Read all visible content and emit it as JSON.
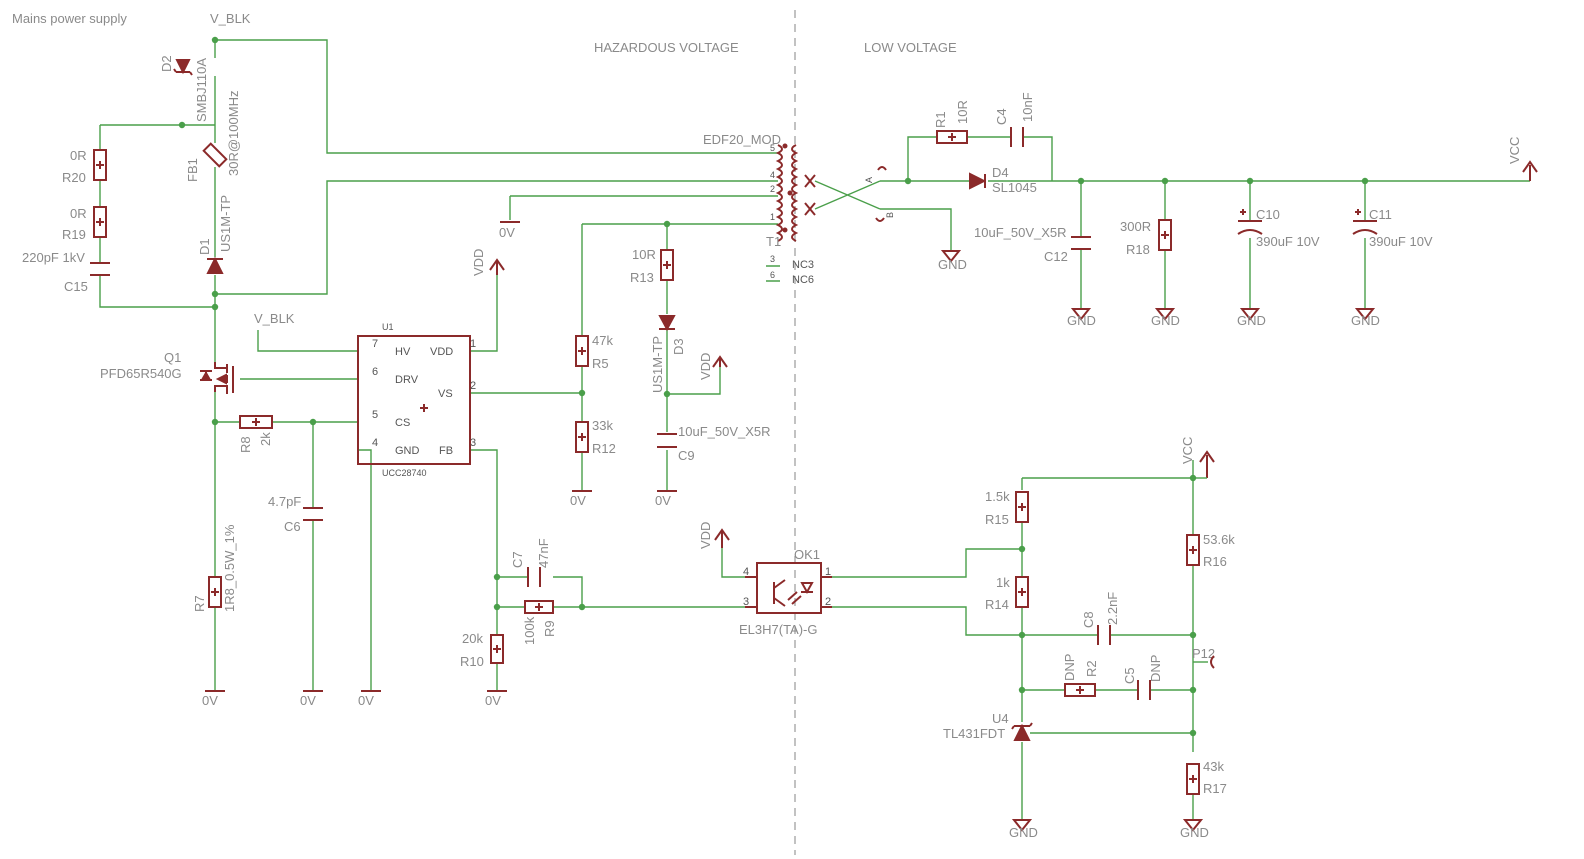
{
  "title": "Mains power supply",
  "zones": {
    "hazardous": "HAZARDOUS VOLTAGE",
    "low": "LOW VOLTAGE"
  },
  "nets": {
    "vblk": "V_BLK",
    "vdd": "VDD",
    "vcc": "VCC",
    "gnd": "GND",
    "zero": "0V"
  },
  "colors": {
    "wire": "#4a9f4a",
    "part": "#8b2a2a",
    "text": "#8a8a8a"
  },
  "components": {
    "D2": {
      "ref": "D2",
      "value": "SMBJ110A"
    },
    "FB1": {
      "ref": "FB1",
      "value": "30R@100MHz"
    },
    "D1": {
      "ref": "D1",
      "value": "US1M-TP"
    },
    "R20": {
      "ref": "R20",
      "value": "0R"
    },
    "R19": {
      "ref": "R19",
      "value": "0R"
    },
    "C15": {
      "ref": "C15",
      "value": "220pF 1kV"
    },
    "Q1": {
      "ref": "Q1",
      "value": "PFD65R540G"
    },
    "R8": {
      "ref": "R8",
      "value": "2k"
    },
    "C6": {
      "ref": "C6",
      "value": "4.7pF"
    },
    "R7": {
      "ref": "R7",
      "value": "1R8_0.5W_1%"
    },
    "U1": {
      "ref": "U1",
      "value": "UCC28740",
      "pins": {
        "hv": "HV",
        "drv": "DRV",
        "cs": "CS",
        "gnd": "GND",
        "vdd": "VDD",
        "vs": "VS",
        "fb": "FB"
      },
      "pin_numbers": {
        "hv": "7",
        "drv": "6",
        "cs": "5",
        "gnd": "4",
        "vdd": "1",
        "vs": "2",
        "fb": "3"
      }
    },
    "R5": {
      "ref": "R5",
      "value": "47k"
    },
    "R12": {
      "ref": "R12",
      "value": "33k"
    },
    "R13": {
      "ref": "R13",
      "value": "10R"
    },
    "D3": {
      "ref": "D3",
      "value": "US1M-TP"
    },
    "C9": {
      "ref": "C9",
      "value": "10uF_50V_X5R"
    },
    "T1": {
      "ref": "T1",
      "value": "EDF20_MOD",
      "pins": [
        "5",
        "4",
        "2",
        "1"
      ],
      "nc": [
        "3",
        "6"
      ],
      "nc_labels": [
        "NC3",
        "NC6"
      ],
      "sec_pins": [
        "A",
        "B"
      ]
    },
    "C7": {
      "ref": "C7",
      "value": "47nF"
    },
    "R9": {
      "ref": "R9",
      "value": "100k"
    },
    "R10": {
      "ref": "R10",
      "value": "20k"
    },
    "OK1": {
      "ref": "OK1",
      "value": "EL3H7(TA)-G",
      "pins": [
        "4",
        "3",
        "1",
        "2"
      ]
    },
    "R1": {
      "ref": "R1",
      "value": "10R"
    },
    "C4": {
      "ref": "C4",
      "value": "10nF"
    },
    "D4": {
      "ref": "D4",
      "value": "SL1045"
    },
    "C12": {
      "ref": "C12",
      "value": "10uF_50V_X5R"
    },
    "R18": {
      "ref": "R18",
      "value": "300R"
    },
    "C10": {
      "ref": "C10",
      "value": "390uF 10V"
    },
    "C11": {
      "ref": "C11",
      "value": "390uF 10V"
    },
    "R15": {
      "ref": "R15",
      "value": "1.5k"
    },
    "R16": {
      "ref": "R16",
      "value": "53.6k"
    },
    "R14": {
      "ref": "R14",
      "value": "1k"
    },
    "C8": {
      "ref": "C8",
      "value": "2.2nF"
    },
    "P12": {
      "ref": "P12"
    },
    "R2": {
      "ref": "R2",
      "value": "DNP"
    },
    "C5": {
      "ref": "C5",
      "value": "DNP"
    },
    "U4": {
      "ref": "U4",
      "value": "TL431FDT"
    },
    "R17": {
      "ref": "R17",
      "value": "43k"
    }
  }
}
